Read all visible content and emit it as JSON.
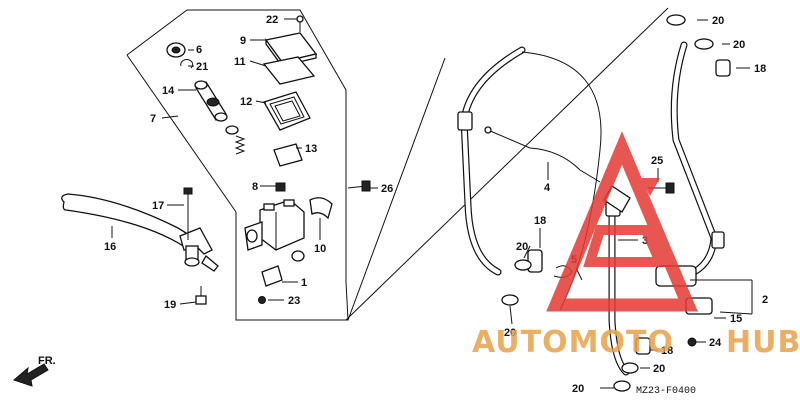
{
  "diagram": {
    "code": "MZ23-F0400",
    "direction_label": "FR.",
    "callouts": [
      "22",
      "9",
      "11",
      "6",
      "21",
      "14",
      "7",
      "12",
      "13",
      "8",
      "26",
      "17",
      "16",
      "10",
      "4",
      "18",
      "25",
      "20",
      "3",
      "5",
      "1",
      "2",
      "15",
      "19",
      "23",
      "24"
    ]
  },
  "watermark": {
    "part1": "AUTOMOTO",
    "part2": "HUB",
    "color_main": "#e8a24a",
    "color_accent": "#e53935"
  },
  "colors": {
    "ink": "#111111",
    "logo_red": "#e53935"
  }
}
